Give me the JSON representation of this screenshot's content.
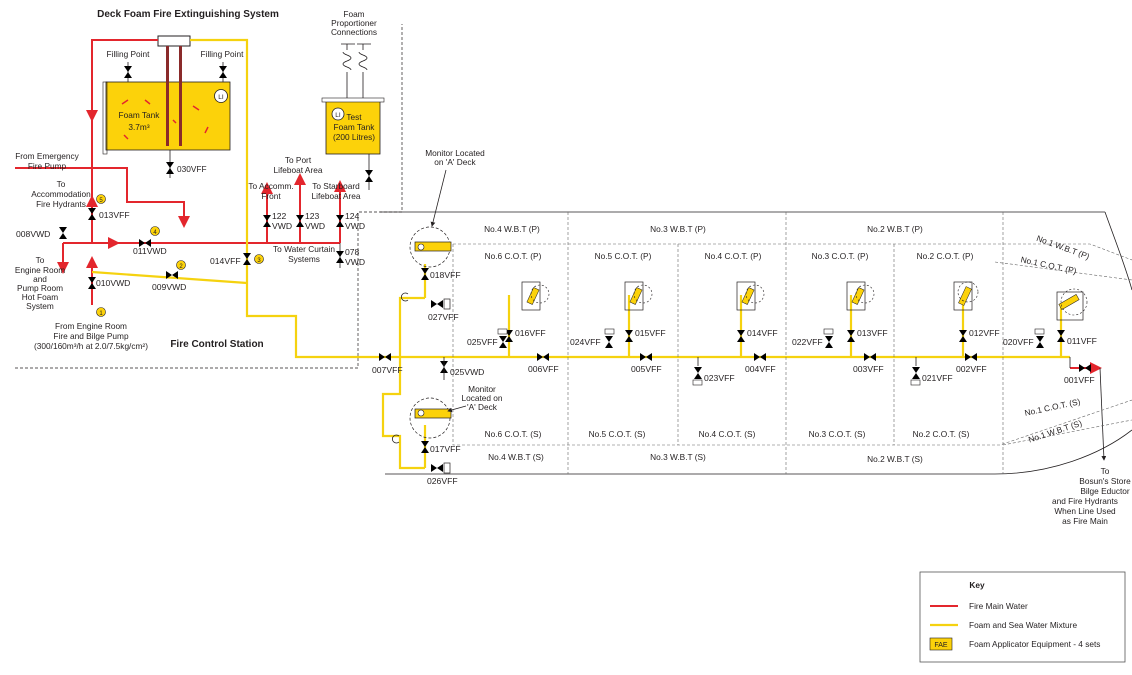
{
  "title": "Deck Foam Fire Extinguishing System",
  "station_label": "Fire Control Station",
  "tanks": {
    "foam_tank": {
      "name": "Foam Tank",
      "volume": "3.7m³",
      "level_indicator": "LI"
    },
    "test_foam_tank": {
      "line1": "Test",
      "line2": "Foam Tank",
      "line3": "(200 Litres)",
      "level_indicator": "LI"
    }
  },
  "labels": {
    "filling_point": "Filling Point",
    "foam_prop_1": "Foam",
    "foam_prop_2": "Proportioner",
    "foam_prop_3": "Connections",
    "from_emergency_1": "From Emergency",
    "from_emergency_2": "Fire Pump",
    "to_accom_1": "To",
    "to_accom_2": "Accommodation",
    "to_accom_3": "Fire Hydrants",
    "to_engine_1": "To",
    "to_engine_2": "Engine Room",
    "to_engine_3": "and",
    "to_engine_4": "Pump Room",
    "to_engine_5": "Hot Foam",
    "to_engine_6": "System",
    "from_engine_1": "From Engine Room",
    "from_engine_2": "Fire and Bilge Pump",
    "from_engine_3": "(300/160m³/h at 2.0/7.5kg/cm²)",
    "to_port_1": "To Port",
    "to_port_2": "Lifeboat Area",
    "to_accomm_front_1": "To Accomm.",
    "to_accomm_front_2": "Front",
    "to_starboard_1": "To Starboard",
    "to_starboard_2": "Lifeboat Area",
    "to_water_curtain_1": "To Water Curtain",
    "to_water_curtain_2": "Systems",
    "monitor_a_1": "Monitor Located",
    "monitor_a_2": "on 'A' Deck",
    "monitor_b_1": "Monitor",
    "monitor_b_2": "Located on",
    "monitor_b_3": "'A' Deck",
    "bosun_1": "To",
    "bosun_2": "Bosun's Store",
    "bosun_3": "Bilge Eductor",
    "bosun_4": "and Fire Hydrants",
    "bosun_5": "When Line Used",
    "bosun_6": "as Fire Main"
  },
  "valves": {
    "v030": "030VFF",
    "v013": "013VFF",
    "v008": "008VWD",
    "v011": "011VWD",
    "v014": "014VFF",
    "v009": "009VWD",
    "v010": "010VWD",
    "v122": "122",
    "v123": "123",
    "v124": "124",
    "vwd": "VWD",
    "v078": "078",
    "v078b": "VWD",
    "v018": "018VFF",
    "v027": "027VFF",
    "v007": "007VFF",
    "v025vwd": "025VWD",
    "v017": "017VFF",
    "v026": "026VFF",
    "v025": "025VFF",
    "v016": "016VFF",
    "v006": "006VFF",
    "v024": "024VFF",
    "v015": "015VFF",
    "v005": "005VFF",
    "v023": "023VFF",
    "v014b": "014VFF",
    "v004": "004VFF",
    "v022": "022VFF",
    "v013b": "013VFF",
    "v003": "003VFF",
    "v021": "021VFF",
    "v012": "012VFF",
    "v002": "002VFF",
    "v020": "020VFF",
    "v011b": "011VFF",
    "v001": "001VFF"
  },
  "circles": {
    "c1": "1",
    "c2": "2",
    "c3": "3",
    "c4": "4",
    "c5": "5"
  },
  "tanks_port": {
    "wbt4": "No.4 W.B.T (P)",
    "wbt3": "No.3 W.B.T (P)",
    "wbt2": "No.2 W.B.T (P)",
    "wbt1": "No.1 W.B.T (P)",
    "cot6": "No.6 C.O.T. (P)",
    "cot5": "No.5 C.O.T. (P)",
    "cot4": "No.4 C.O.T. (P)",
    "cot3": "No.3 C.O.T. (P)",
    "cot2": "No.2 C.O.T. (P)",
    "cot1": "No.1 C.O.T. (P)"
  },
  "tanks_stbd": {
    "cot6": "No.6 C.O.T. (S)",
    "cot5": "No.5 C.O.T. (S)",
    "cot4": "No.4 C.O.T. (S)",
    "cot3": "No.3 C.O.T. (S)",
    "cot2": "No.2 C.O.T. (S)",
    "cot1": "No.1 C.O.T. (S)",
    "wbt4": "No.4 W.B.T (S)",
    "wbt3": "No.3 W.B.T (S)",
    "wbt2": "No.2 W.B.T (S)",
    "wbt1": "No.1 W.B.T (S)"
  },
  "key": {
    "title": "Key",
    "fire_main": "Fire Main Water",
    "foam_mix": "Foam and Sea Water Mixture",
    "fae_box": "FAE",
    "fae": "Foam Applicator Equipment - 4 sets"
  },
  "colors": {
    "fire_main": "#e3262d",
    "foam": "#f5d20f",
    "tank_fill": "#fcd20a",
    "line": "#231f20"
  }
}
